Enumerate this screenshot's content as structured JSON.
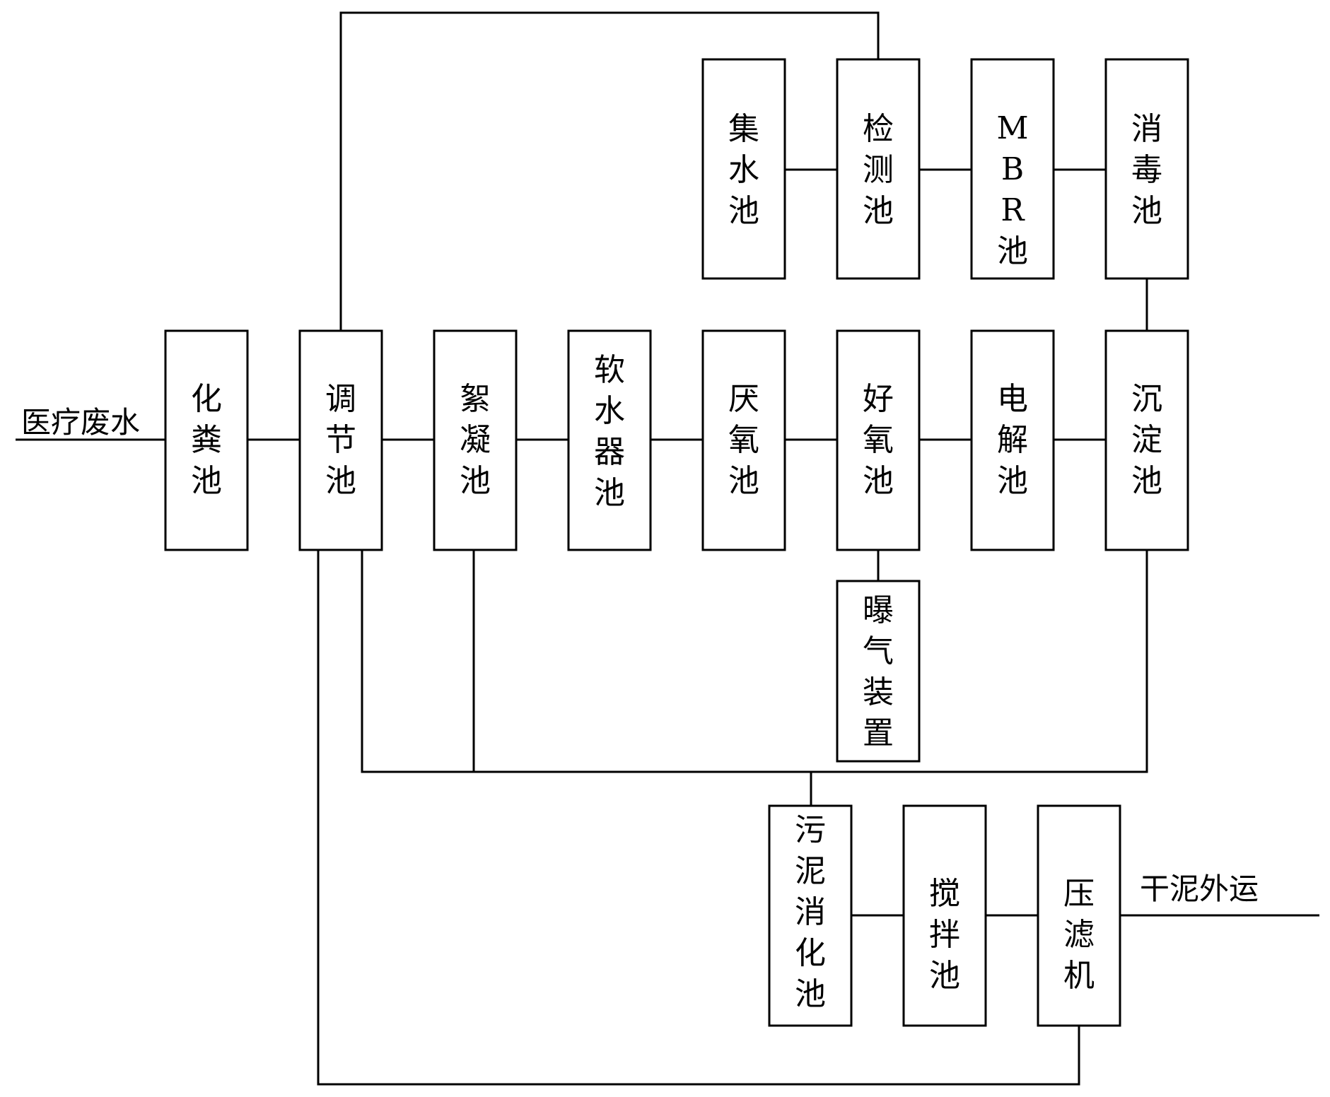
{
  "diagram": {
    "input_label": "医疗废水",
    "output_label": "干泥外运",
    "nodes": {
      "septic": "化粪池",
      "regulating": "调节池",
      "flocculation": "絮凝池",
      "softener": "软水器池",
      "anaerobic": "厌氧池",
      "aerobic": "好氧池",
      "electrolysis": "电解池",
      "sedimentation": "沉淀池",
      "collection": "集水池",
      "inspection": "检测池",
      "mbr": "MBR池",
      "disinfection": "消毒池",
      "aeration": "曝气装置",
      "sludge_digestion": "污泥消化池",
      "mixing": "搅拌池",
      "filter_press": "压滤机"
    }
  }
}
